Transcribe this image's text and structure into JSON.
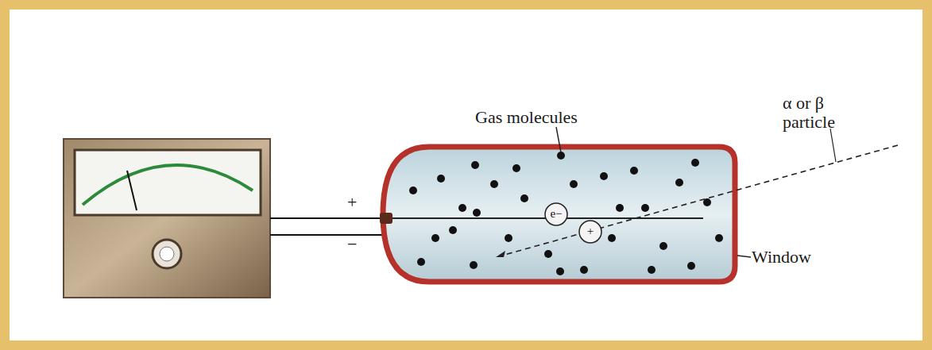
{
  "diagram": {
    "labels": [
      "Gas molecules",
      "α or β particle",
      "Window",
      "+",
      "−",
      "e−",
      "+"
    ]
  }
}
